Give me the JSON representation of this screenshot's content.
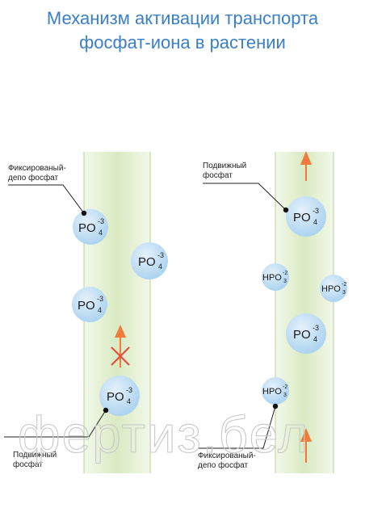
{
  "title": {
    "line1": "Механизм активации транспорта",
    "line2": "фосфат-иона в растении"
  },
  "left_panel": {
    "label_fixed": [
      "Фиксированый-",
      "депо фосфат"
    ],
    "label_mobile": [
      "Подвижный",
      "фосфат"
    ],
    "ions": [
      {
        "formula": "PO",
        "sup": "-3",
        "sub": "4"
      },
      {
        "formula": "PO",
        "sup": "-3",
        "sub": "4"
      },
      {
        "formula": "PO",
        "sup": "-3",
        "sub": "4"
      },
      {
        "formula": "PO",
        "sup": "-3",
        "sub": "4"
      }
    ]
  },
  "right_panel": {
    "label_mobile": [
      "Подвижный",
      "фосфат"
    ],
    "label_fixed": [
      "Фиксированый-",
      "депо фосфат"
    ],
    "ions_large": [
      {
        "formula": "PO",
        "sup": "-3",
        "sub": "4"
      },
      {
        "formula": "PO",
        "sup": "-3",
        "sub": "4"
      }
    ],
    "ions_small": [
      {
        "formula": "HPO",
        "sup": "-2",
        "sub": "3"
      },
      {
        "formula": "HPO",
        "sup": "-2",
        "sub": "3"
      },
      {
        "formula": "HPO",
        "sup": "-2",
        "sub": "3"
      }
    ]
  },
  "watermark": "фертиз.бел",
  "colors": {
    "title": "#3a7fc7",
    "arrow": "#f07a3a",
    "ion_fill": "#bcdcf3",
    "tube": "#e6f1d6"
  }
}
